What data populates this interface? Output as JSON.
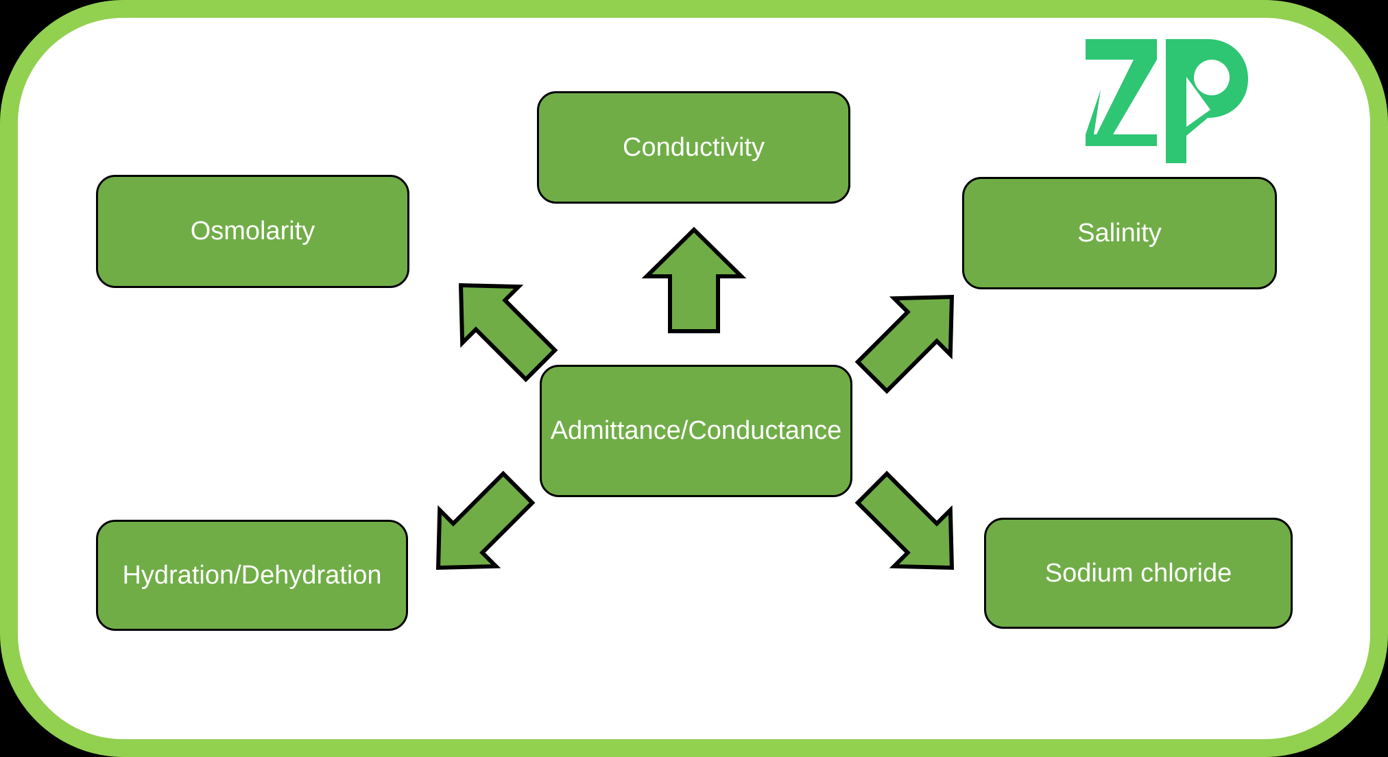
{
  "frame": {
    "border_color": "#92D050",
    "background_color": "#ffffff",
    "outside_color": "#000000"
  },
  "logo": {
    "text": "ZP",
    "color": "#2EC573"
  },
  "diagram": {
    "center_node": {
      "id": "admittance",
      "label": "Admittance/Conductance"
    },
    "nodes": [
      {
        "id": "conductivity",
        "label": "Conductivity",
        "position": "top"
      },
      {
        "id": "osmolarity",
        "label": "Osmolarity",
        "position": "upper-left"
      },
      {
        "id": "salinity",
        "label": "Salinity",
        "position": "upper-right"
      },
      {
        "id": "hydration",
        "label": "Hydration/Dehydration",
        "position": "lower-left"
      },
      {
        "id": "sodium-chloride",
        "label": "Sodium chloride",
        "position": "lower-right"
      }
    ],
    "node_fill_color": "#70AD47",
    "node_border_color": "#000000",
    "node_text_color": "#ffffff",
    "arrow_fill_color": "#70AD47",
    "arrow_border_color": "#000000",
    "arrows": [
      "up",
      "up-left",
      "up-right",
      "down-left",
      "down-right"
    ]
  }
}
